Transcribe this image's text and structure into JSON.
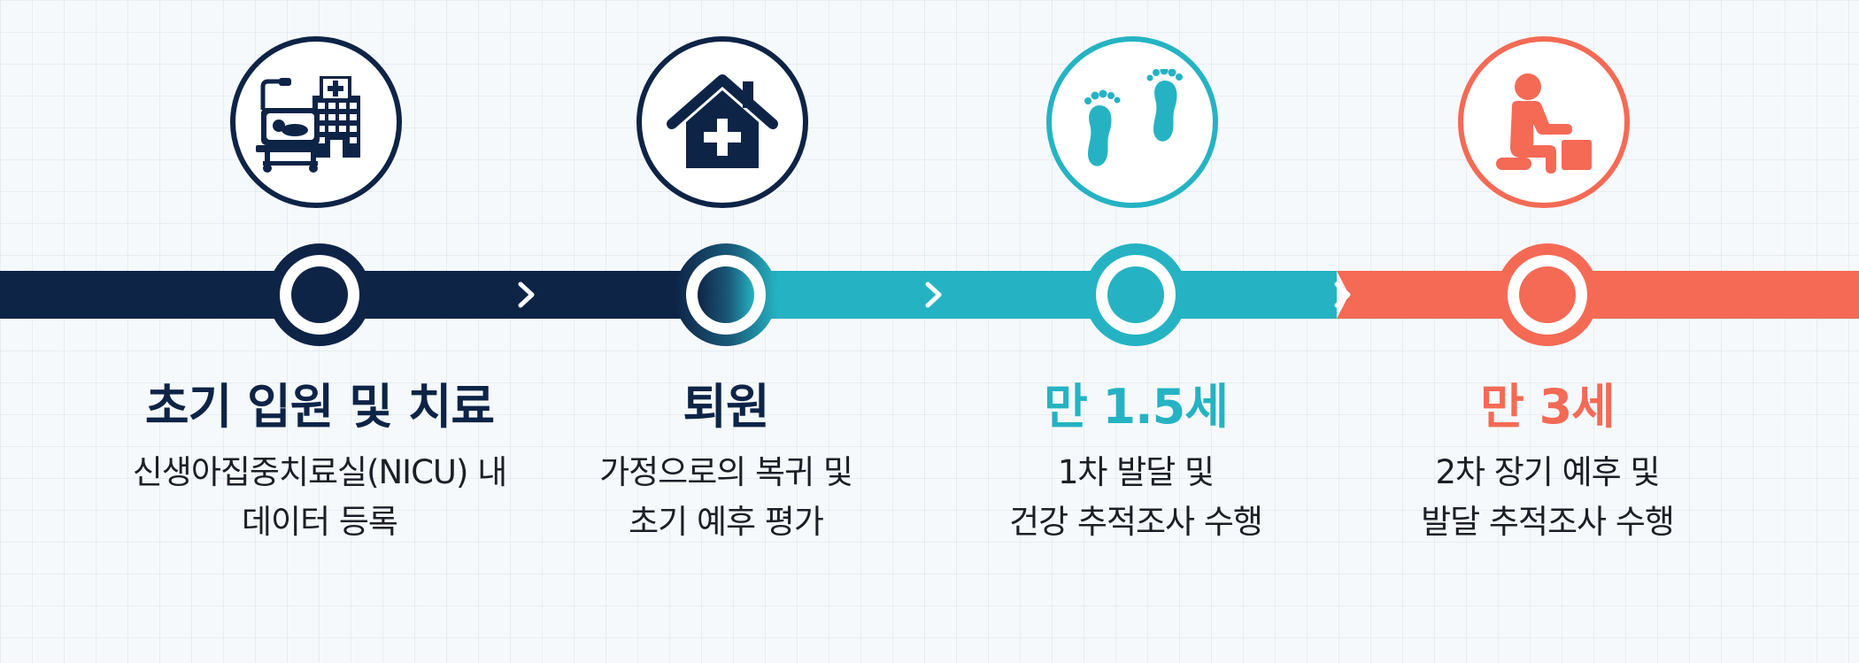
{
  "colors": {
    "navy": "#0e2447",
    "teal": "#25b3c3",
    "coral": "#f46a55",
    "text": "#1c1f26",
    "background": "#f6f9fb"
  },
  "stages": [
    {
      "title": "초기 입원 및 치료",
      "desc_line1": "신생아집중치료실(NICU) 내",
      "desc_line2": "데이터 등록",
      "icon": "nicu-incubator-hospital-icon",
      "color": "#0e2447"
    },
    {
      "title": "퇴원",
      "desc_line1": "가정으로의 복귀 및",
      "desc_line2": "초기 예후 평가",
      "icon": "home-medical-cross-icon",
      "color": "#0e2447"
    },
    {
      "title": "만 1.5세",
      "desc_line1": "1차 발달 및",
      "desc_line2": "건강 추적조사 수행",
      "icon": "footprints-icon",
      "color": "#25b3c3"
    },
    {
      "title": "만 3세",
      "desc_line1": "2차 장기 예후 및",
      "desc_line2": "발달 추적조사 수행",
      "icon": "child-playing-blocks-icon",
      "color": "#f46a55"
    }
  ]
}
